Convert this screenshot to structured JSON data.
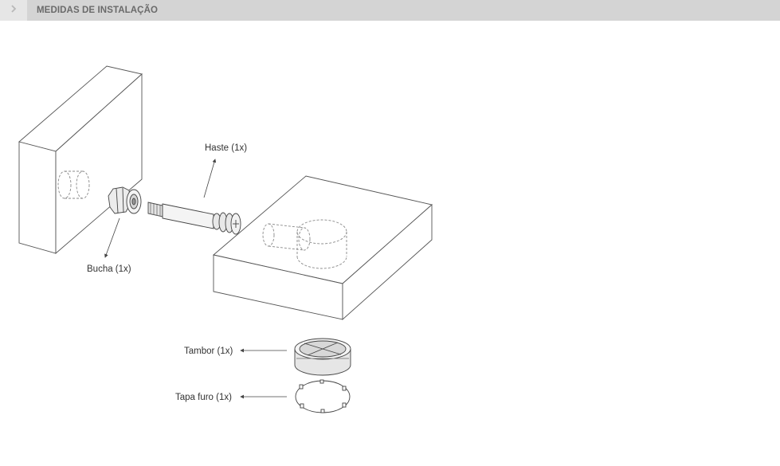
{
  "header": {
    "title": "MEDIDAS DE INSTALAÇÃO",
    "nav_icon": "chevron-right-icon"
  },
  "diagram": {
    "labels": {
      "haste": "Haste (1x)",
      "bucha": "Bucha (1x)",
      "tambor": "Tambor (1x)",
      "tapa_furo": "Tapa furo (1x)"
    }
  }
}
